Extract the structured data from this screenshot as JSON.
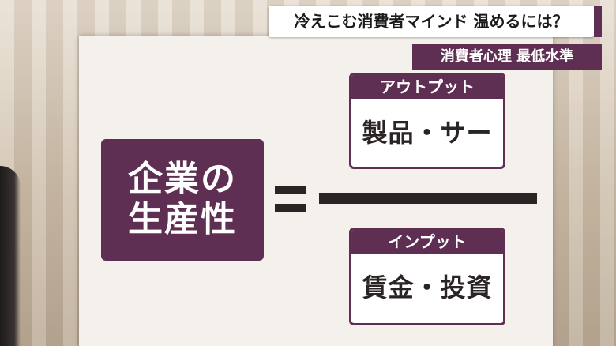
{
  "caption": {
    "headline": "冷えこむ消費者マインド 温めるには？",
    "subheadline": "消費者心理 最低水準"
  },
  "board": {
    "left_term": {
      "line1": "企業の",
      "line2": "生産性"
    },
    "numerator": {
      "header": "アウトプット",
      "body": "製品・サービス"
    },
    "denominator": {
      "header": "インプット",
      "body": "賃金・投資"
    }
  },
  "colors": {
    "accent": "#5e2f53",
    "board": "#f4f1ec",
    "ink": "#2b2424"
  }
}
